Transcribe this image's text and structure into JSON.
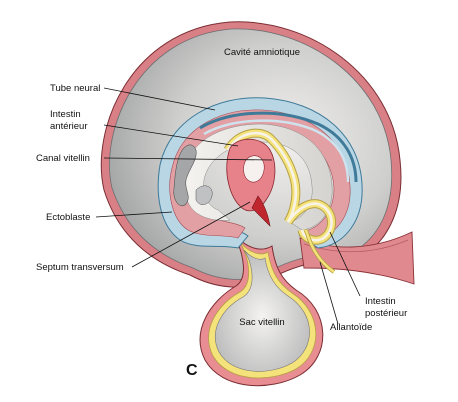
{
  "figure": {
    "panel_letter": "C",
    "labels": {
      "amniotic_cavity": "Cavité amniotique",
      "neural_tube": "Tube neural",
      "foregut_line1": "Intestin",
      "foregut_line2": "antérieur",
      "vitelline_duct": "Canal vitellin",
      "ectoderm": "Ectoblaste",
      "septum_transversum": "Septum transversum",
      "yolk_sac": "Sac vitellin",
      "hindgut_line1": "Intestin",
      "hindgut_line2": "postérieur",
      "allantois": "Allantoïde"
    }
  },
  "colors": {
    "amnion_gray": "#9a9d9f",
    "ectoderm_blue": "#b9d6e4",
    "mesoderm_pink": "#e0888c",
    "endoderm_yellow": "#f4e27a",
    "heart_red": "#c0262e"
  }
}
